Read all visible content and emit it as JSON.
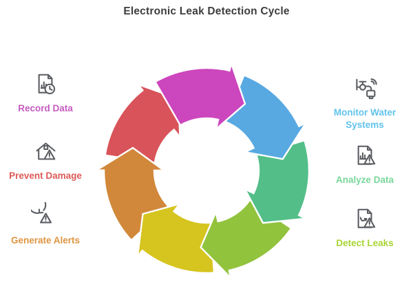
{
  "title": "Electronic Leak Detection Cycle",
  "colors": {
    "title": "#3d3d3d",
    "icon_stroke": "#595c60"
  },
  "left_items": [
    {
      "label": "Record Data",
      "color": "#c65ac0",
      "icon": "doc-chart-clock"
    },
    {
      "label": "Prevent Damage",
      "color": "#dd5a58",
      "icon": "house-warning"
    },
    {
      "label": "Generate Alerts",
      "color": "#de9440",
      "icon": "refresh-warning"
    }
  ],
  "right_items": [
    {
      "label": "Monitor Water Systems",
      "color": "#62c3ec",
      "icon": "smart-faucet"
    },
    {
      "label": "Analyze Data",
      "color": "#78d79a",
      "icon": "doc-chart-warning"
    },
    {
      "label": "Detect Leaks",
      "color": "#a7d434",
      "icon": "doc-line-warning"
    }
  ],
  "cycle": {
    "outline": "#ffffff",
    "segments": [
      {
        "name": "red",
        "color": "#d9535a",
        "tip_angle": 338.57
      },
      {
        "name": "orange",
        "color": "#d1883a",
        "tip_angle": 287.14
      },
      {
        "name": "yellow",
        "color": "#d6c41f",
        "tip_angle": 235.71
      },
      {
        "name": "lime",
        "color": "#92c33d",
        "tip_angle": 184.29
      },
      {
        "name": "green",
        "color": "#53be88",
        "tip_angle": 132.86
      },
      {
        "name": "blue",
        "color": "#58a9e2",
        "tip_angle": 81.43
      },
      {
        "name": "magenta",
        "color": "#cc46bd",
        "tip_angle": 30
      }
    ]
  }
}
